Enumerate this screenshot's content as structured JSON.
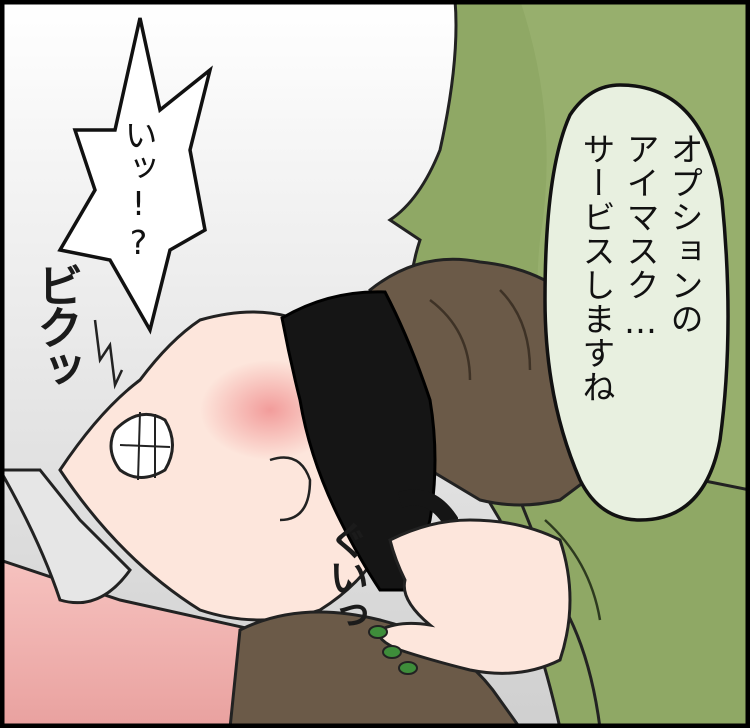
{
  "speech_bubble_right": {
    "lines": [
      "オプションの",
      "アイマスク…",
      "サービスしますね"
    ]
  },
  "speech_bubble_left": {
    "text": "いッ!?"
  },
  "sound_effects": {
    "flinch": "ビクッ",
    "grab": "ぐいっ"
  },
  "colors": {
    "sweater": "#8fa865",
    "bubble_fill": "#e8f0e0",
    "blindfold": "#151515",
    "hair": "#6b5a48",
    "skin": "#fde6dc",
    "blush": "#f2a3a3",
    "nail_polish": "#3e8d3a"
  }
}
